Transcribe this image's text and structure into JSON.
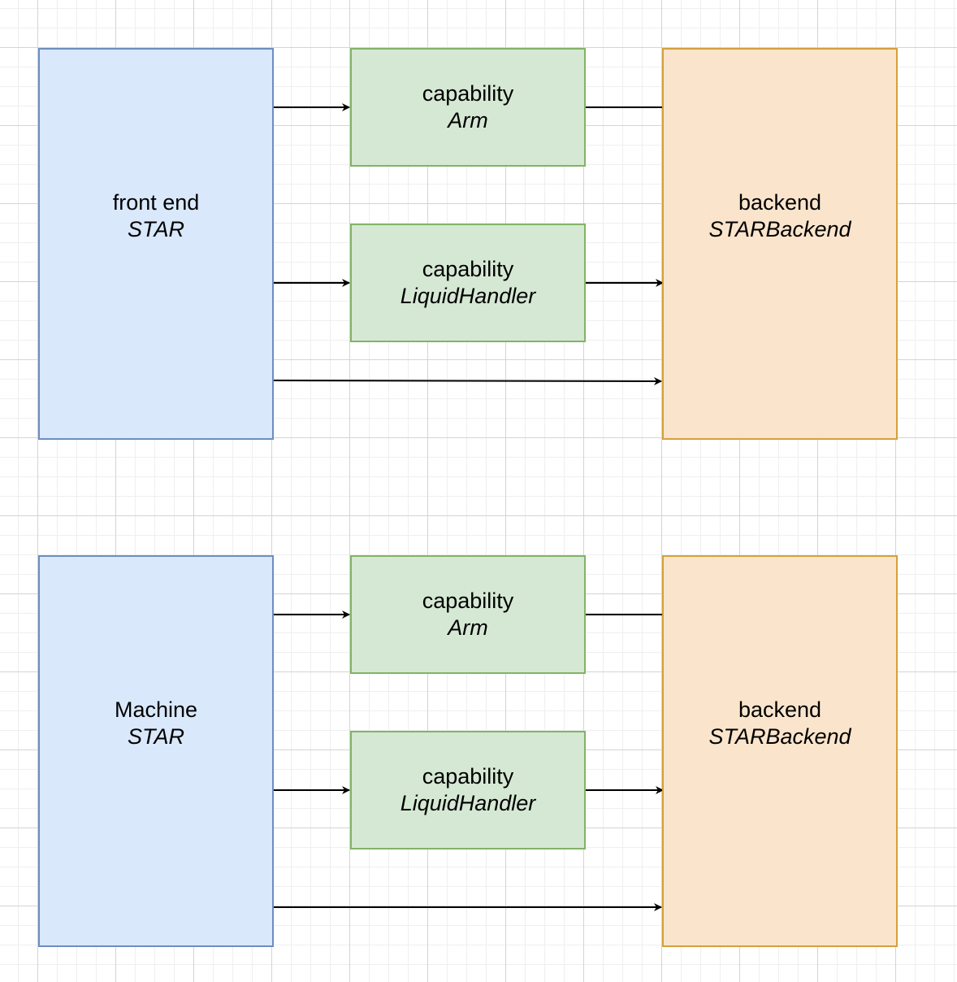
{
  "diagrams": [
    {
      "front": {
        "kind": "front end",
        "name": "STAR"
      },
      "cap_arm": {
        "kind": "capability",
        "name": "Arm"
      },
      "cap_lh": {
        "kind": "capability",
        "name": "LiquidHandler"
      },
      "backend": {
        "kind": "backend",
        "name": "STARBackend"
      }
    },
    {
      "front": {
        "kind": "Machine",
        "name": "STAR"
      },
      "cap_arm": {
        "kind": "capability",
        "name": "Arm"
      },
      "cap_lh": {
        "kind": "capability",
        "name": "LiquidHandler"
      },
      "backend": {
        "kind": "backend",
        "name": "STARBackend"
      }
    }
  ],
  "colors": {
    "frontend_fill": "#dae8fc",
    "frontend_stroke": "#6c8ebf",
    "capability_fill": "#d5e8d4",
    "capability_stroke": "#82b366",
    "backend_fill": "#fae5cc",
    "backend_stroke": "#d6a03a",
    "edge": "#000000"
  }
}
